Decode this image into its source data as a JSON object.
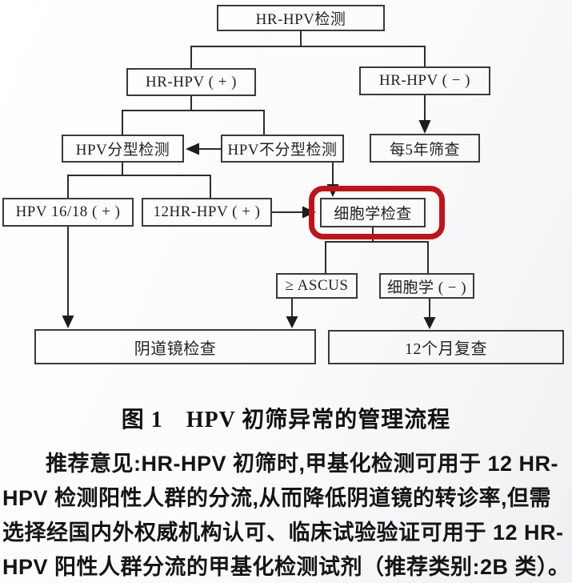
{
  "figure": {
    "nodes": {
      "hr_hpv_test": "HR-HPV检测",
      "hr_hpv_pos": "HR-HPV ( + )",
      "hr_hpv_neg": "HR-HPV ( − )",
      "hpv_typing": "HPV分型检测",
      "hpv_no_typing": "HPV不分型检测",
      "screen_every_5yr": "每5年筛查",
      "hpv_16_18_pos": "HPV 16/18 ( + )",
      "hr12_pos": "12HR-HPV ( + )",
      "cytology": "细胞学检查",
      "ascus": "≥ ASCUS",
      "cytology_neg": "细胞学 ( − )",
      "colposcopy": "阴道镜检查",
      "recheck_12m": "12个月复查"
    },
    "edges": [
      {
        "from": "hr_hpv_test",
        "to": "hr_hpv_pos",
        "arrow": false
      },
      {
        "from": "hr_hpv_test",
        "to": "hr_hpv_neg",
        "arrow": false
      },
      {
        "from": "hr_hpv_pos",
        "to": "hpv_typing",
        "arrow": false
      },
      {
        "from": "hr_hpv_pos",
        "to": "hpv_no_typing",
        "arrow": false
      },
      {
        "from": "hr_hpv_neg",
        "to": "screen_every_5yr",
        "arrow": true
      },
      {
        "from": "hpv_no_typing",
        "to": "hpv_typing",
        "arrow": true
      },
      {
        "from": "hpv_typing",
        "to": "hpv_16_18_pos",
        "arrow": false
      },
      {
        "from": "hpv_typing",
        "to": "hr12_pos",
        "arrow": false
      },
      {
        "from": "hpv_no_typing",
        "to": "cytology",
        "arrow": true
      },
      {
        "from": "hr12_pos",
        "to": "cytology",
        "arrow": true
      },
      {
        "from": "cytology",
        "to": "ascus",
        "arrow": false
      },
      {
        "from": "cytology",
        "to": "cytology_neg",
        "arrow": false
      },
      {
        "from": "hpv_16_18_pos",
        "to": "colposcopy",
        "arrow": true
      },
      {
        "from": "ascus",
        "to": "colposcopy",
        "arrow": true
      },
      {
        "from": "cytology_neg",
        "to": "recheck_12m",
        "arrow": true
      }
    ],
    "highlight": {
      "node": "cytology",
      "color": "#c1121a"
    },
    "caption": "图 1　HPV 初筛异常的管理流程"
  },
  "paragraph": {
    "lines": [
      "推荐意见:HR-HPV 初筛时,甲基化检测可用于 12 HR-",
      "HPV 检测阳性人群的分流,从而降低阴道镜的转诊率,但需",
      "选择经国内外权威机构认可、临床试验验证可用于 12 HR-",
      "HPV 阳性人群分流的甲基化检测试剂（推荐类别:2B 类）。"
    ]
  }
}
